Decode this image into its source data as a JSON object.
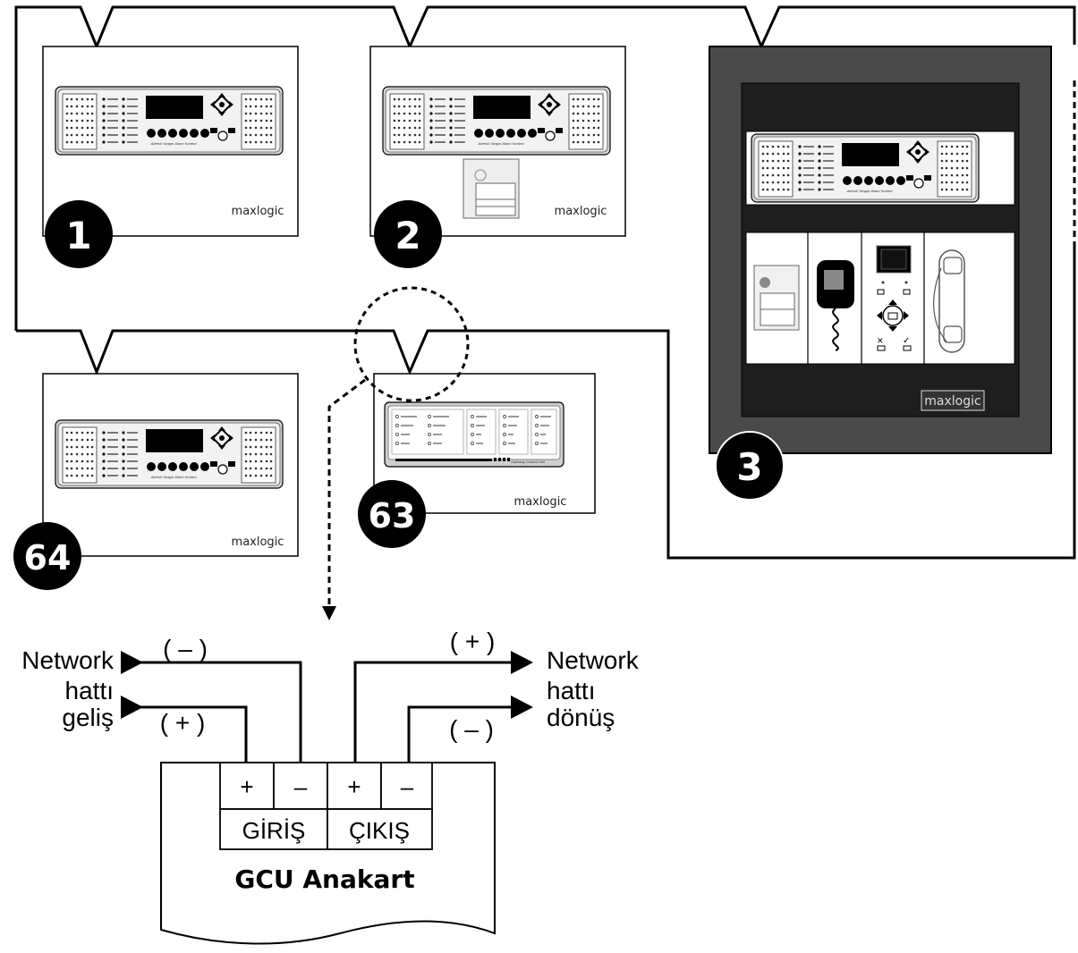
{
  "panels": [
    {
      "number": "1",
      "brand": "maxlogic",
      "caption": "Adresli Yangın Alarm Kontrol"
    },
    {
      "number": "2",
      "brand": "maxlogic",
      "caption": "Adresli Yangın Alarm Kontrol"
    },
    {
      "number": "3",
      "brand": "maxlogic",
      "caption": "Adresli Yangın Alarm Kontrol"
    },
    {
      "number": "64",
      "brand": "maxlogic",
      "caption": "Adresli Yangın Alarm Kontrol"
    },
    {
      "number": "63",
      "brand": "maxlogic",
      "caption": "Gateway Control Unit"
    }
  ],
  "wiring": {
    "left_label": [
      "Network",
      "hattı",
      "geliş"
    ],
    "right_label": [
      "Network",
      "hattı",
      "dönüş"
    ],
    "left_top_polarity": "( – )",
    "left_bottom_polarity": "( + )",
    "right_top_polarity": "( + )",
    "right_bottom_polarity": "( – )"
  },
  "board": {
    "title": "GCU Anakart",
    "terminals": [
      "+",
      "–",
      "+",
      "–"
    ],
    "input_label": "GİRİŞ",
    "output_label": "ÇIKIŞ"
  },
  "colors": {
    "line": "#000000",
    "cabinet": "#4a4a4a",
    "cabinet_inner": "#1e1e1e",
    "panel_face": "#d8d8d8"
  }
}
